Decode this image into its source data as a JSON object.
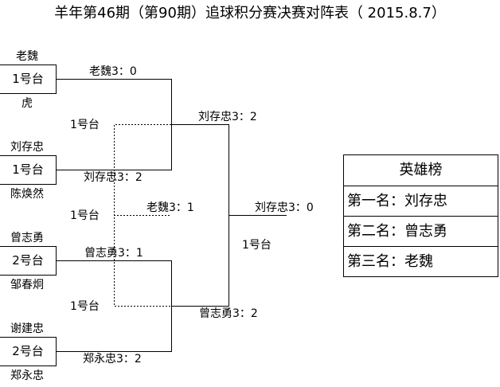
{
  "title": "羊年第46期（第90期）追球积分赛决赛对阵表（ 2015.8.7）",
  "matches": [
    {
      "top": "老魏",
      "table": "1号台",
      "bottom": "虎"
    },
    {
      "top": "刘存忠",
      "table": "1号台",
      "bottom": "陈焕然"
    },
    {
      "top": "曾志勇",
      "table": "2号台",
      "bottom": "邹春炯"
    },
    {
      "top": "谢建忠",
      "table": "2号台",
      "bottom": "郑永忠"
    }
  ],
  "results": {
    "r1a": "老魏3：0",
    "r1b": "刘存忠3：2",
    "r1c": "曾志勇3：1",
    "r1d": "郑永忠3：2",
    "semi_a": "刘存忠3：2",
    "semi_b": "曾志勇3：2",
    "third": "老魏3：1",
    "final": "刘存忠3：0"
  },
  "tables": {
    "semi_a": "1号台",
    "third": "1号台",
    "semi_b": "1号台",
    "final": "1号台"
  },
  "heroes": {
    "title": "英雄榜",
    "rows": [
      "第一名：刘存忠",
      "第二名：曾志勇",
      "第三名：老魏"
    ]
  }
}
